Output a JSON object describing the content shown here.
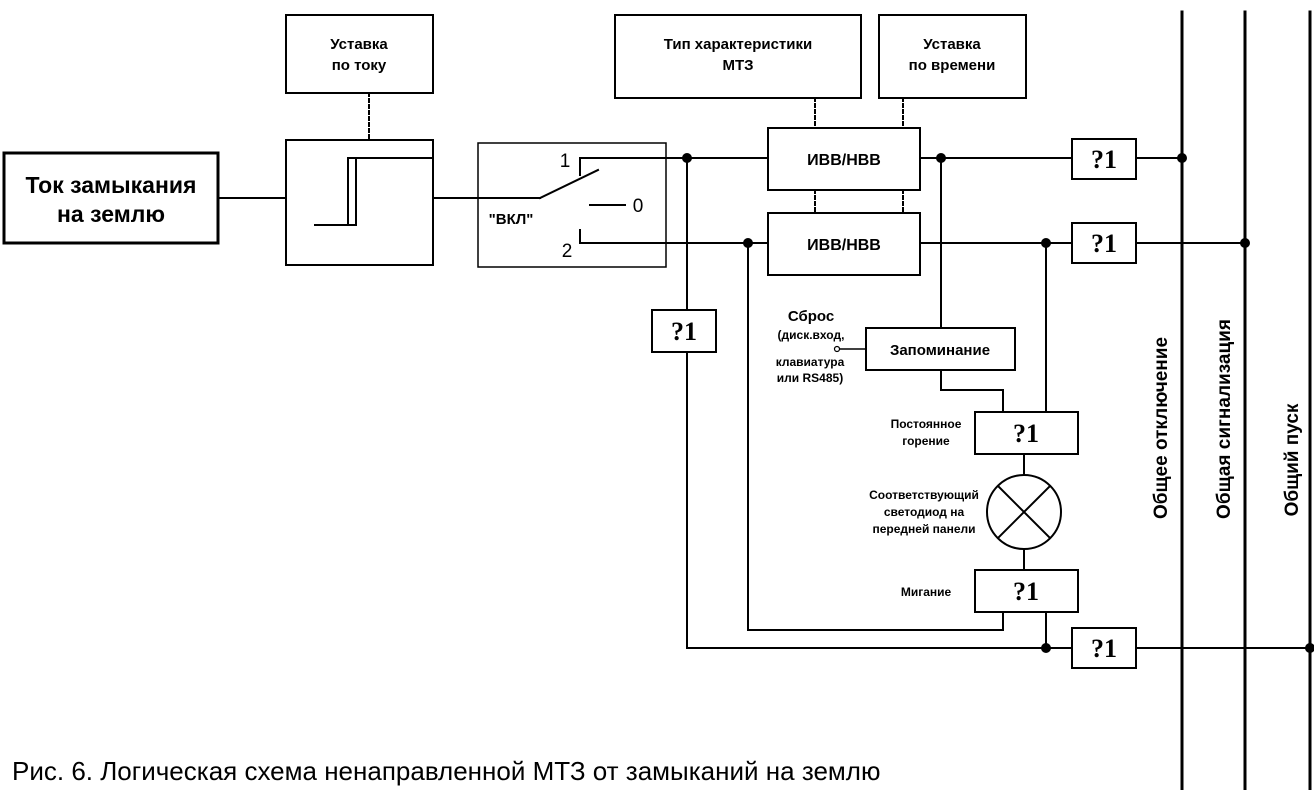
{
  "diagram": {
    "input_block": {
      "line1": "Ток замыкания",
      "line2": "на землю"
    },
    "setpoint_current": {
      "line1": "Уставка",
      "line2": "по току"
    },
    "characteristic_type": {
      "line1": "Тип характеристики",
      "line2": "МТЗ"
    },
    "setpoint_time": {
      "line1": "Уставка",
      "line2": "по времени"
    },
    "switch": {
      "pos1": "1",
      "pos0": "0",
      "pos2": "2",
      "label": "\"ВКЛ\""
    },
    "timer_top": "ИВВ/НВВ",
    "timer_bottom": "ИВВ/НВВ",
    "or_symbol": "?1",
    "reset": {
      "title": "Сброс",
      "line1": "(диск.вход,",
      "line2": "клавиатура",
      "line3": "или RS485)"
    },
    "memory_block": "Запоминание",
    "steady_light": {
      "line1": "Постоянное",
      "line2": "горение"
    },
    "led": {
      "line1": "Соответствующий",
      "line2": "светодиод на",
      "line3": "передней панели"
    },
    "blinking": "Мигание",
    "bus_trip": "Общее отключение",
    "bus_alarm": "Общая сигнализация",
    "bus_start": "Общий пуск"
  },
  "caption": "Рис. 6. Логическая схема ненаправленной МТЗ от замыканий на землю"
}
